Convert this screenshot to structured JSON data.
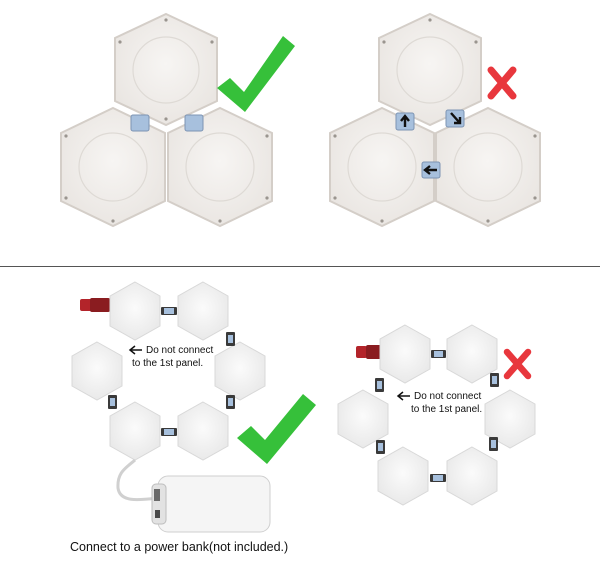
{
  "top_examples": {
    "correct_mark": "check",
    "wrong_mark": "cross"
  },
  "bottom_examples": {
    "left_note_line1": "Do not connect",
    "left_note_line2": "to the 1st panel.",
    "right_note_line1": "Do not connect",
    "right_note_line2": "to the 1st panel.",
    "caption": "Connect to a power bank(not included.)"
  },
  "colors": {
    "check_green": "#36c03a",
    "cross_red": "#e8373d",
    "panel_fill": "#efeceb",
    "panel_edge": "#d7d2cc",
    "connector_blue": "#aac2df",
    "usb_red": "#b3242a",
    "power_bank": "#f4f4f4"
  }
}
